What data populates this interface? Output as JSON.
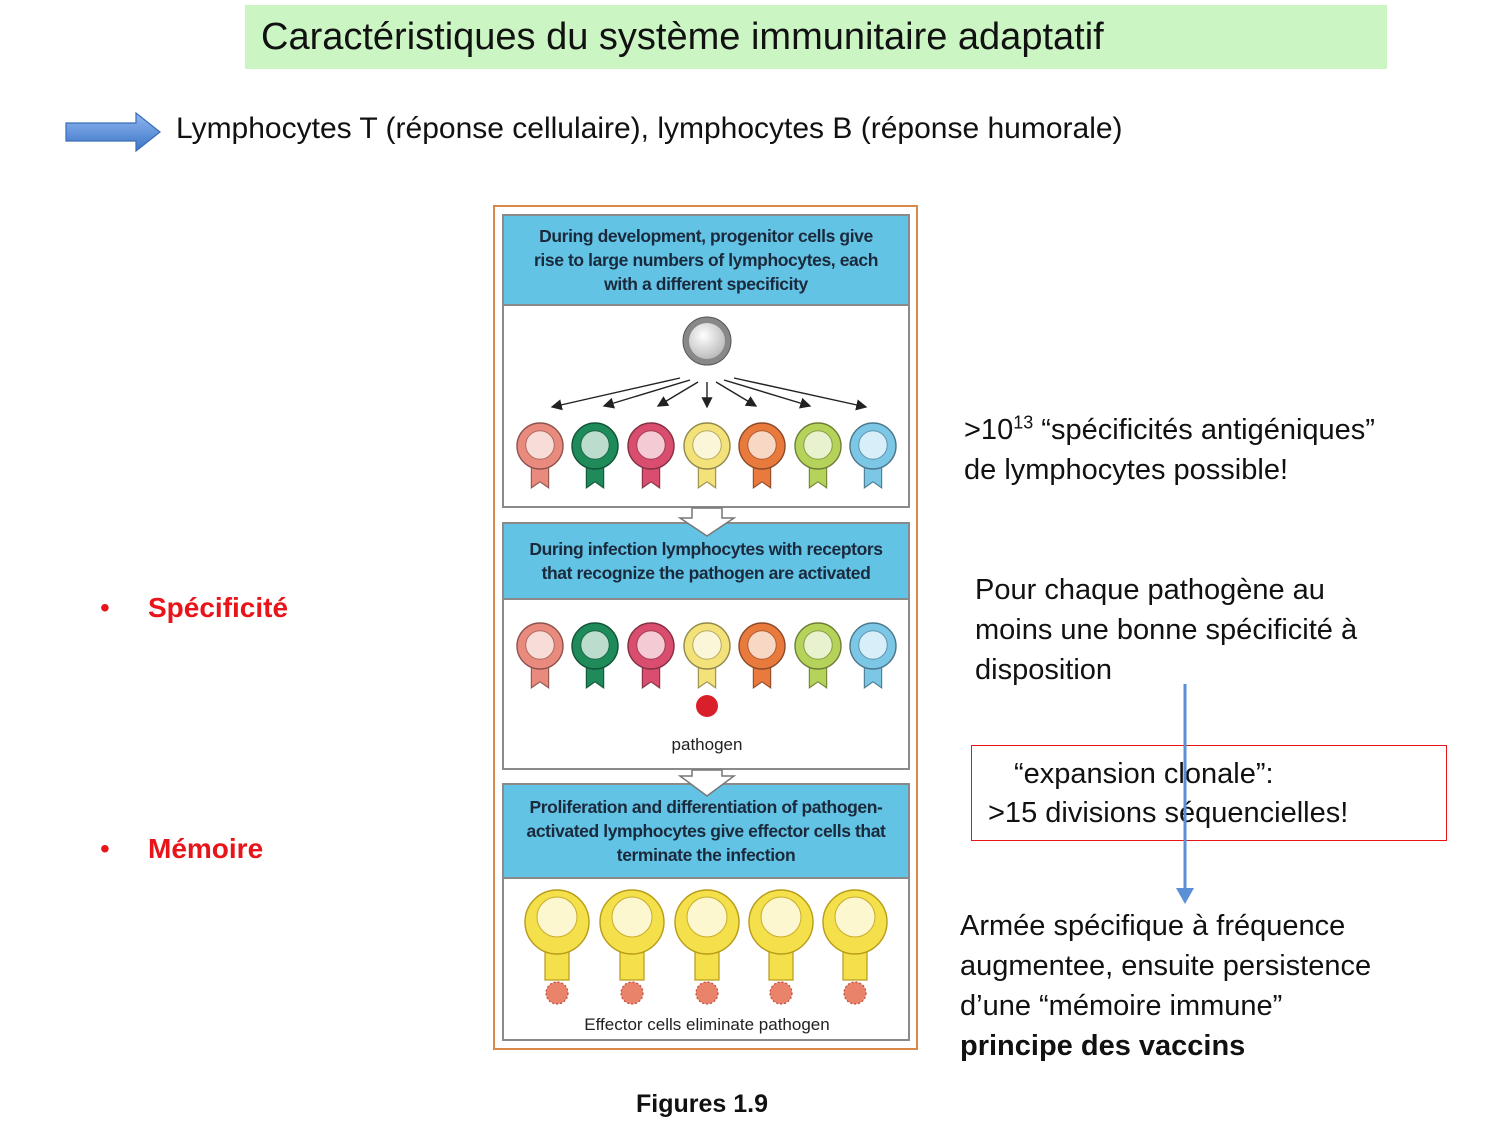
{
  "title": "Caractéristiques du système immunitaire adaptatif",
  "subtitle": "Lymphocytes T (réponse cellulaire), lymphocytes B (réponse humorale)",
  "bullets": [
    {
      "marker": "•",
      "label": "Spécificité"
    },
    {
      "marker": "•",
      "label": "Mémoire"
    }
  ],
  "figure": {
    "panel1_header": "During development, progenitor cells give rise to large numbers of lymphocytes, each with a different specificity",
    "panel2_header": "During infection lymphocytes with receptors that recognize the pathogen are activated",
    "panel2_label": "pathogen",
    "panel3_header": "Proliferation and differentiation of pathogen-activated lymphocytes give effector cells that terminate the infection",
    "panel3_label": "Effector cells eliminate pathogen",
    "caption": "Figures 1.9",
    "cell_colors": [
      "#e98a7e",
      "#1f8a5a",
      "#d94e6e",
      "#f3e27a",
      "#e97a3e",
      "#b5d25a",
      "#7cc6e6"
    ],
    "frame_color": "#d7894a",
    "header_color": "#63c3e5"
  },
  "notes": {
    "specificities_prefix": ">10",
    "specificities_exponent": "13",
    "specificities_rest": " “spécificités antigéniques”",
    "specificities_line2": "de lymphocytes possible!",
    "pathogen_line1": "Pour chaque pathogène au",
    "pathogen_line2": "moins une bonne spécificité à",
    "pathogen_line3": "disposition",
    "expansion_line1": "“expansion  clonale”:",
    "expansion_line2": ">15 divisions séquencielles!",
    "army_line1": "Armée spécifique à fréquence",
    "army_line2": "augmentee, ensuite persistence",
    "army_line3": "d’une “mémoire immune”",
    "army_line4": "principe des vaccins"
  },
  "colors": {
    "title_bg": "#ccf5c4",
    "bullet_red": "#e8141a",
    "arrow_blue": "#5b8fd6"
  }
}
